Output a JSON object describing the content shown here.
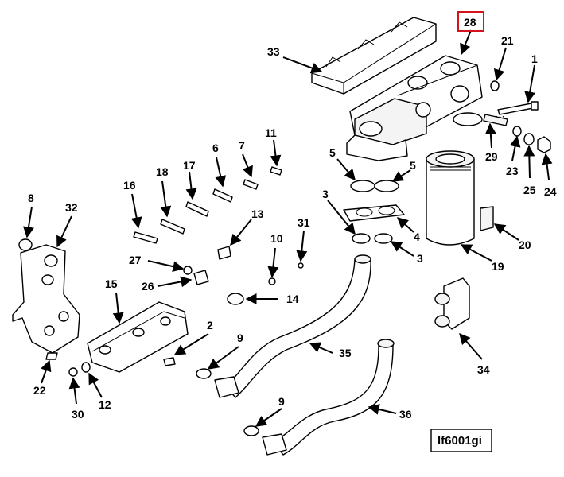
{
  "diagram": {
    "highlighted_callout": "28",
    "reference_code": "lf6001gi",
    "highlight_color": "#d4141b",
    "callouts": [
      {
        "id": "c1",
        "label": "1"
      },
      {
        "id": "c2",
        "label": "2"
      },
      {
        "id": "c3a",
        "label": "3"
      },
      {
        "id": "c3b",
        "label": "3"
      },
      {
        "id": "c4",
        "label": "4"
      },
      {
        "id": "c5a",
        "label": "5"
      },
      {
        "id": "c5b",
        "label": "5"
      },
      {
        "id": "c6",
        "label": "6"
      },
      {
        "id": "c7",
        "label": "7"
      },
      {
        "id": "c8",
        "label": "8"
      },
      {
        "id": "c9a",
        "label": "9"
      },
      {
        "id": "c9b",
        "label": "9"
      },
      {
        "id": "c10",
        "label": "10"
      },
      {
        "id": "c11",
        "label": "11"
      },
      {
        "id": "c12",
        "label": "12"
      },
      {
        "id": "c13",
        "label": "13"
      },
      {
        "id": "c14",
        "label": "14"
      },
      {
        "id": "c15",
        "label": "15"
      },
      {
        "id": "c16",
        "label": "16"
      },
      {
        "id": "c17",
        "label": "17"
      },
      {
        "id": "c18",
        "label": "18"
      },
      {
        "id": "c19",
        "label": "19"
      },
      {
        "id": "c20",
        "label": "20"
      },
      {
        "id": "c21",
        "label": "21"
      },
      {
        "id": "c22",
        "label": "22"
      },
      {
        "id": "c23",
        "label": "23"
      },
      {
        "id": "c24",
        "label": "24"
      },
      {
        "id": "c25",
        "label": "25"
      },
      {
        "id": "c26",
        "label": "26"
      },
      {
        "id": "c27",
        "label": "27"
      },
      {
        "id": "c28",
        "label": "28"
      },
      {
        "id": "c29",
        "label": "29"
      },
      {
        "id": "c30",
        "label": "30"
      },
      {
        "id": "c31",
        "label": "31"
      },
      {
        "id": "c32",
        "label": "32"
      },
      {
        "id": "c33",
        "label": "33"
      },
      {
        "id": "c34",
        "label": "34"
      },
      {
        "id": "c35",
        "label": "35"
      },
      {
        "id": "c36",
        "label": "36"
      }
    ]
  }
}
